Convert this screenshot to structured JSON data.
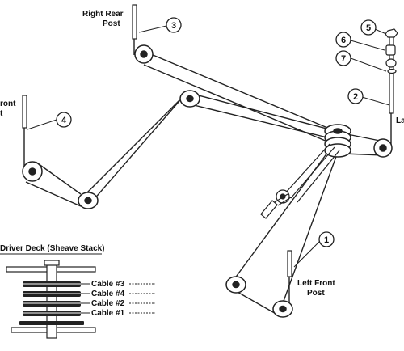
{
  "labels": {
    "right_rear_line1": "Right Rear",
    "right_rear_line2": "Post",
    "left_front_line1": "Left Front",
    "left_front_line2": "Post",
    "left_rear_partial": "La",
    "right_front_partial_line1": "ront",
    "right_front_partial_line2": "t",
    "inset_title": "Driver Deck (Sheave Stack)"
  },
  "callouts": {
    "c1": "1",
    "c2": "2",
    "c3": "3",
    "c4": "4",
    "c5": "5",
    "c6": "6",
    "c7": "7"
  },
  "inset_cables": [
    {
      "label": "Cable #3"
    },
    {
      "label": "Cable #4"
    },
    {
      "label": "Cable #2"
    },
    {
      "label": "Cable #1"
    }
  ]
}
